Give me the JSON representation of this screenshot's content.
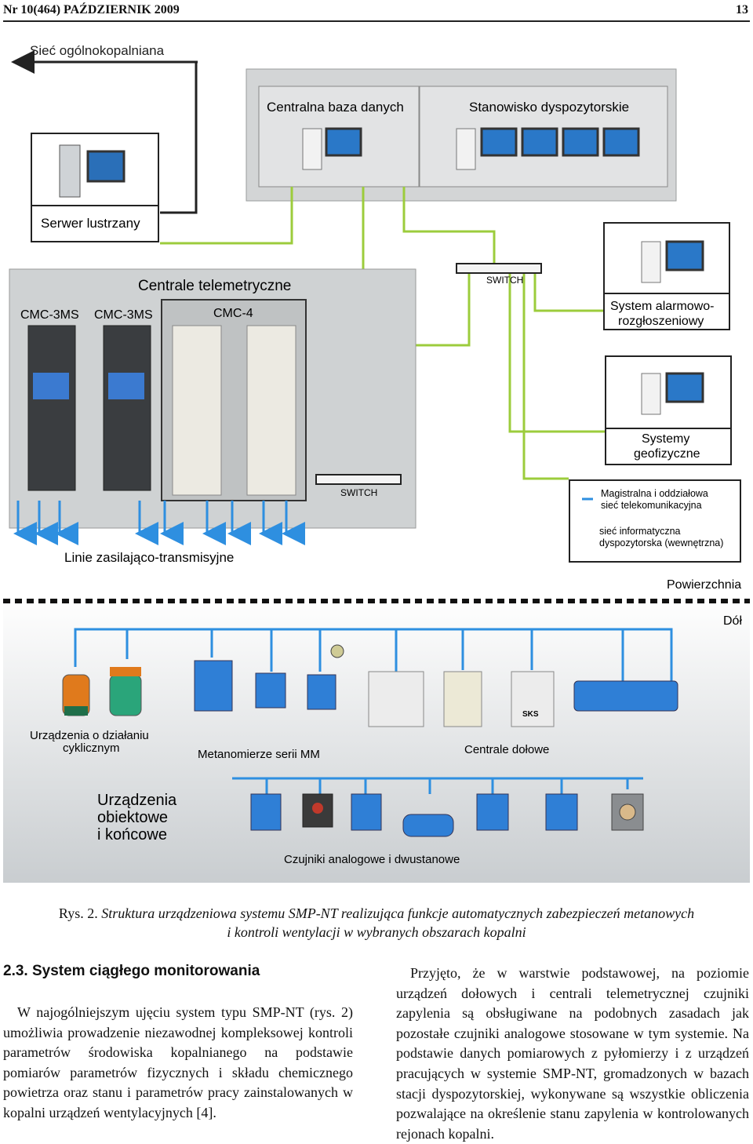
{
  "header": {
    "left": "Nr 10(464) PAŹDZIERNIK 2009",
    "right": "13"
  },
  "figure": {
    "network_label": "Sieć ogólnokopalniana",
    "mirror_server": "Serwer lustrzany",
    "central_db": "Centralna baza danych",
    "dispatcher": "Stanowisko dyspozytorskie",
    "telemetry_title": "Centrale telemetryczne",
    "cmc3ms_a": "CMC-3MS",
    "cmc3ms_b": "CMC-3MS",
    "cmc4": "CMC-4",
    "switch_top": "SWITCH",
    "switch_bottom": "SWITCH",
    "alarm_l1": "System alarmowo-",
    "alarm_l2": "rozgłoszeniowy",
    "geo_l1": "Systemy",
    "geo_l2": "geofizyczne",
    "legend_1a": "Magistralna i oddziałowa",
    "legend_1b": "sieć telekomunikacyjna",
    "legend_2a": "sieć informatyczna",
    "legend_2b": "dyspozytorska (wewnętrzna)",
    "lines_label": "Linie zasilająco-transmisyjne",
    "surface": "Powierzchnia",
    "down": "Dół",
    "cyclic_l1": "Urządzenia o działaniu",
    "cyclic_l2": "cyklicznym",
    "methanometers": "Metanomierze serii MM",
    "underground": "Centrale dołowe",
    "sks": "SKS",
    "end_l1": "Urządzenia",
    "end_l2": "obiektowe",
    "end_l3": "i końcowe",
    "sensors": "Czujniki analogowe i dwustanowe",
    "colors": {
      "green": "#9ccc3c",
      "blue": "#2e8fe0",
      "panel": "#d6d8d8"
    }
  },
  "caption": {
    "prefix": "Rys. 2.",
    "line1": "Struktura urządzeniowa systemu SMP-NT realizująca funkcje automatycznych zabezpieczeń metanowych",
    "line2": "i kontroli wentylacji w wybranych obszarach kopalni"
  },
  "section_title": "2.3. System ciągłego monitorowania",
  "col_left": "W najogólniejszym ujęciu system typu SMP-NT (rys. 2) umożliwia prowadzenie niezawodnej kompleksowej kontroli parametrów środowiska kopalnianego na podstawie pomiarów parametrów fizycznych i składu chemicznego powietrza oraz stanu i parametrów pracy zainstalowanych w kopalni urządzeń wentylacyjnych [4].",
  "col_right": "Przyjęto, że w warstwie podstawowej, na poziomie urządzeń dołowych i centrali telemetrycznej czujniki zapylenia są obsługiwane na podobnych zasadach jak pozostałe czujniki analogowe stosowane w tym systemie. Na podstawie danych pomiarowych z pyłomierzy i z urządzeń pracujących w systemie SMP-NT, gromadzonych w bazach stacji dyspozytorskiej, wykonywane są wszystkie obliczenia pozwalające na określenie stanu zapylenia w kontrolowanych rejonach kopalni."
}
